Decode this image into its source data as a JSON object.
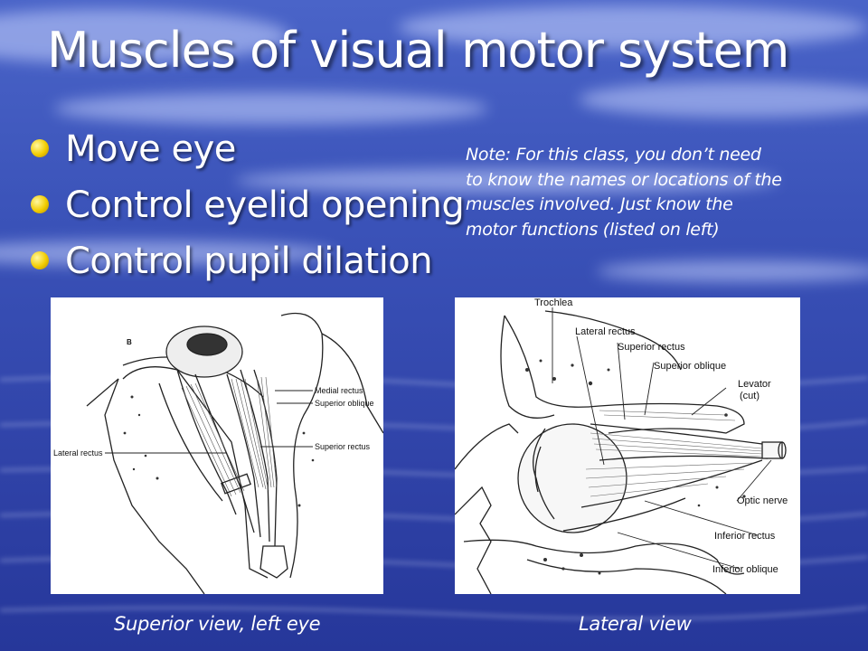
{
  "slide": {
    "title": "Muscles of visual motor system",
    "bullets": [
      "Move eye",
      "Control eyelid opening",
      "Control pupil dilation"
    ],
    "note": "Note: For this class, you don’t need to know the names or locations of the muscles involved.  Just know the motor functions (listed on left)",
    "accent_color": "#f2cc00",
    "background_color": "#2e3f9e"
  },
  "figure_left": {
    "panel_letter": "B",
    "labels": [
      "Medial rectus",
      "Superior oblique",
      "Superior rectus",
      "Lateral rectus"
    ],
    "caption": "Superior view, left eye"
  },
  "figure_right": {
    "labels": [
      "Trochlea",
      "Lateral rectus",
      "Superior rectus",
      "Superior oblique",
      "Levator",
      "(cut)",
      "Optic nerve",
      "Inferior rectus",
      "Inferior oblique"
    ],
    "caption": "Lateral view"
  }
}
